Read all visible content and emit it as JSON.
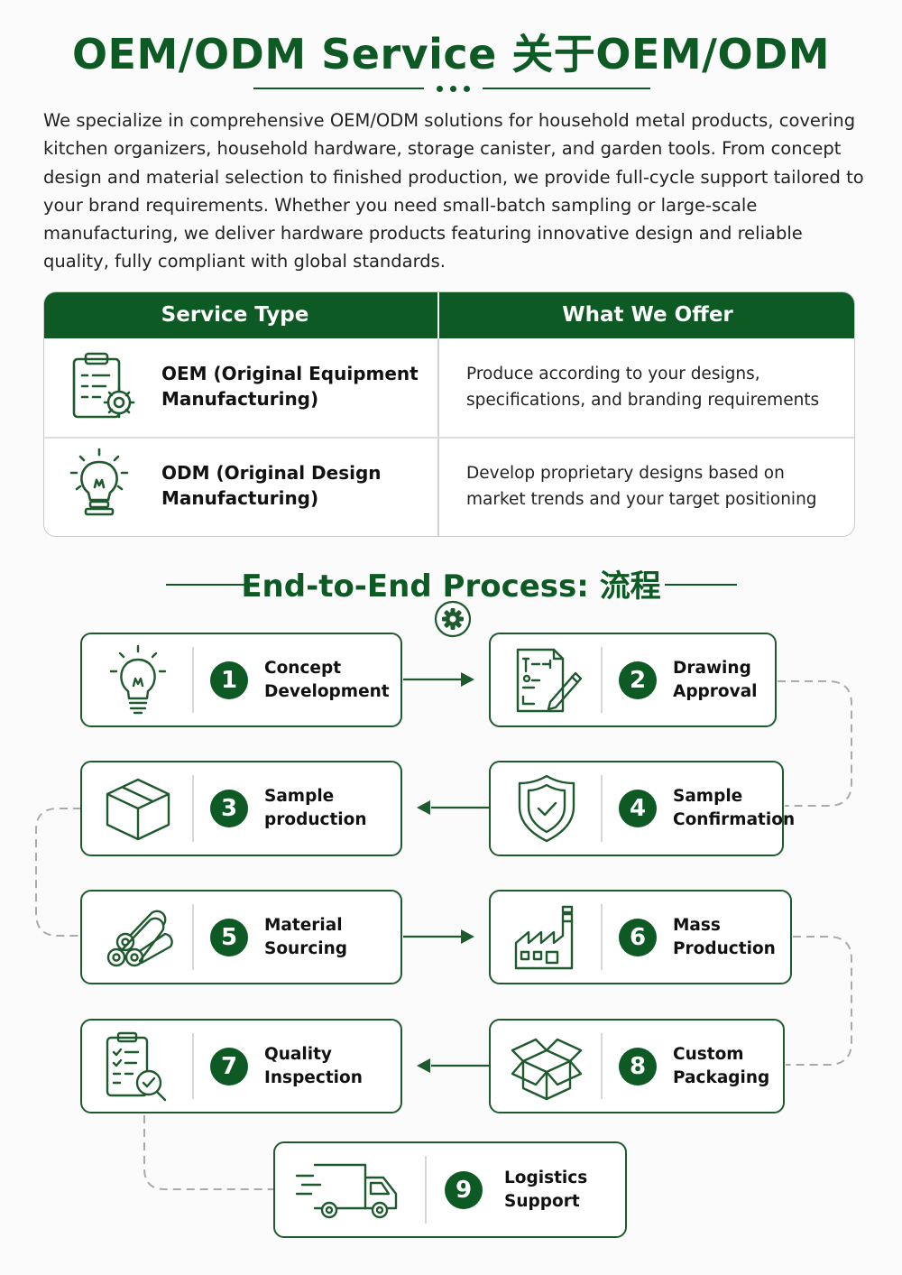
{
  "header": {
    "title": "OEM/ODM Service 关于OEM/ODM"
  },
  "intro": "We specialize in comprehensive OEM/ODM solutions for household metal products, covering kitchen organizers, household hardware, storage canister, and garden tools. From concept design and material selection to finished production, we provide full-cycle support tailored to your brand requirements. Whether you need small-batch sampling or large-scale manufacturing, we deliver hardware products featuring innovative design and reliable quality, fully compliant with global standards.",
  "table": {
    "col1_header": "Service Type",
    "col2_header": "What We Offer",
    "rows": [
      {
        "icon": "clipboard-gear-icon",
        "name_line1": "OEM (Original Equipment",
        "name_line2": "Manufacturing)",
        "desc_line1": "Produce according to your designs,",
        "desc_line2": "specifications, and branding requirements"
      },
      {
        "icon": "lightbulb-icon",
        "name_line1": "ODM (Original Design",
        "name_line2": "Manufacturing)",
        "desc_line1": "Develop proprietary designs based on",
        "desc_line2": "market trends and your target positioning"
      }
    ]
  },
  "process": {
    "title": "End-to-End Process: 流程",
    "steps": [
      {
        "num": "1",
        "line1": "Concept",
        "line2": "Development",
        "icon": "lightbulb-icon"
      },
      {
        "num": "2",
        "line1": "Drawing",
        "line2": "Approval",
        "icon": "blueprint-pencil-icon"
      },
      {
        "num": "3",
        "line1": "Sample",
        "line2": "production",
        "icon": "box-icon"
      },
      {
        "num": "4",
        "line1": "Sample",
        "line2": "Confirmation",
        "icon": "shield-check-icon"
      },
      {
        "num": "5",
        "line1": "Material",
        "line2": "Sourcing",
        "icon": "pipes-icon"
      },
      {
        "num": "6",
        "line1": "Mass",
        "line2": "Production",
        "icon": "factory-icon"
      },
      {
        "num": "7",
        "line1": "Quality",
        "line2": "Inspection",
        "icon": "checklist-magnifier-icon"
      },
      {
        "num": "8",
        "line1": "Custom",
        "line2": "Packaging",
        "icon": "open-box-icon"
      },
      {
        "num": "9",
        "line1": "Logistics",
        "line2": "Support",
        "icon": "truck-icon"
      }
    ]
  },
  "colors": {
    "brand_green": "#0e5a24",
    "card_border": "#1f5a2e"
  }
}
